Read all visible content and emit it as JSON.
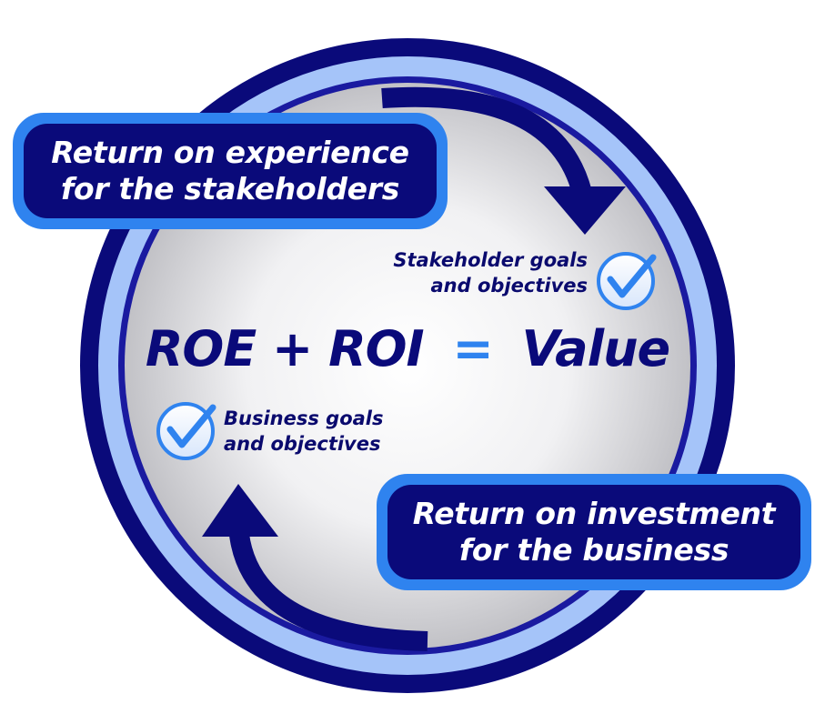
{
  "top_box": {
    "line1": "Return on experience",
    "line2": "for the stakeholders"
  },
  "bottom_box": {
    "line1": "Return on investment",
    "line2": "for the business"
  },
  "stakeholder_note": {
    "line1": "Stakeholder goals",
    "line2": "and objectives"
  },
  "business_note": {
    "line1": "Business goals",
    "line2": "and objectives"
  },
  "equation": {
    "left": "ROE + ROI",
    "sign": "=",
    "right": "Value"
  },
  "colors": {
    "navy": "#0a0a7a",
    "light_blue": "#a5c4f9",
    "accent_blue": "#2f83ef",
    "center_white": "#ffffff",
    "center_gray": "#c8c8cc"
  },
  "icons": [
    "check-circle-icon",
    "arrow-down-icon",
    "arrow-up-icon"
  ]
}
